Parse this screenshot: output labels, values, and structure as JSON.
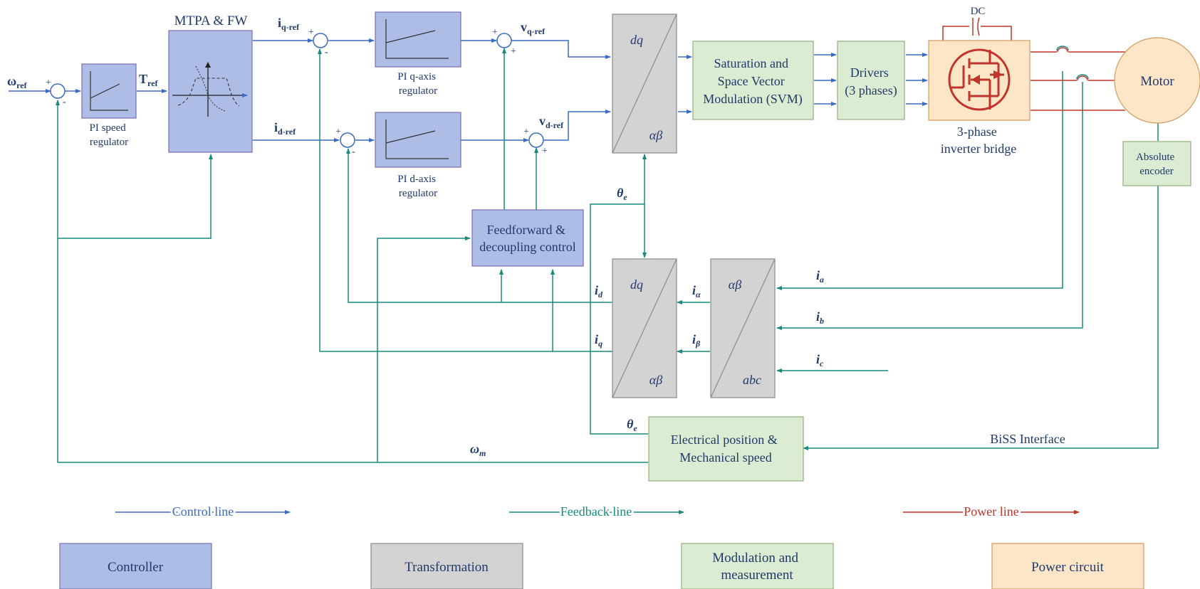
{
  "colors": {
    "control": "#3a6bc4",
    "feedback": "#178a7e",
    "power": "#c0352b",
    "controller_fill": "#aebde6",
    "controller_stroke": "#7b6bb0",
    "transform_fill": "#d3d3d3",
    "transform_stroke": "#8a8a8a",
    "modulation_fill": "#dcecd2",
    "modulation_stroke": "#8fb07d",
    "power_fill": "#fde6c7",
    "power_stroke": "#d39a5a",
    "text": "#1f3a6b"
  },
  "signals": {
    "w_ref_sym": "ω",
    "w_ref_sub": "ref",
    "t_ref_sym": "T",
    "t_ref_sub": "ref",
    "iq_ref_sym": "i",
    "iq_ref_sub": "q-ref",
    "id_ref_sym": "i",
    "id_ref_sub": "d-ref",
    "vq_ref_sym": "v",
    "vq_ref_sub": "q-ref",
    "vd_ref_sym": "v",
    "vd_ref_sub": "d-ref",
    "theta_e_sym": "θ",
    "theta_e_sub": "e",
    "id_sym": "i",
    "id_sub": "d",
    "iq_sym": "i",
    "iq_sub": "q",
    "ialpha_sym": "i",
    "ialpha_sub": "α",
    "ibeta_sym": "i",
    "ibeta_sub": "β",
    "ia_sym": "i",
    "ia_sub": "a",
    "ib_sym": "i",
    "ib_sub": "b",
    "ic_sym": "i",
    "ic_sub": "c",
    "wm_sym": "ω",
    "wm_sub": "m",
    "dc": "DC",
    "biss": "BiSS Interface",
    "plus": "+",
    "minus": "-"
  },
  "blocks": {
    "pi_speed": [
      "PI speed",
      "regulator"
    ],
    "mtpa": "MTPA & FW",
    "pi_q": [
      "PI q-axis",
      "regulator"
    ],
    "pi_d": [
      "PI d-axis",
      "regulator"
    ],
    "ff": [
      "Feedforward &",
      "decoupling control"
    ],
    "dq_top": "dq",
    "ab_top": "αβ",
    "dq_mid": "dq",
    "ab_mid": "αβ",
    "ab2_top": "αβ",
    "abc": "abc",
    "svm": [
      "Saturation and",
      "Space Vector",
      "Modulation (SVM)"
    ],
    "drivers": [
      "Drivers",
      "(3 phases)"
    ],
    "inverter": [
      "3-phase",
      "inverter bridge"
    ],
    "motor": "Motor",
    "encoder": [
      "Absolute",
      "encoder"
    ],
    "elec": [
      "Electrical position &",
      "Mechanical speed"
    ]
  },
  "legend": {
    "control_line": "Control line",
    "feedback_line": "Feedback line",
    "power_line": "Power line",
    "controller": "Controller",
    "transformation": "Transformation",
    "modulation": [
      "Modulation and",
      "measurement"
    ],
    "power_circuit": "Power circuit"
  }
}
